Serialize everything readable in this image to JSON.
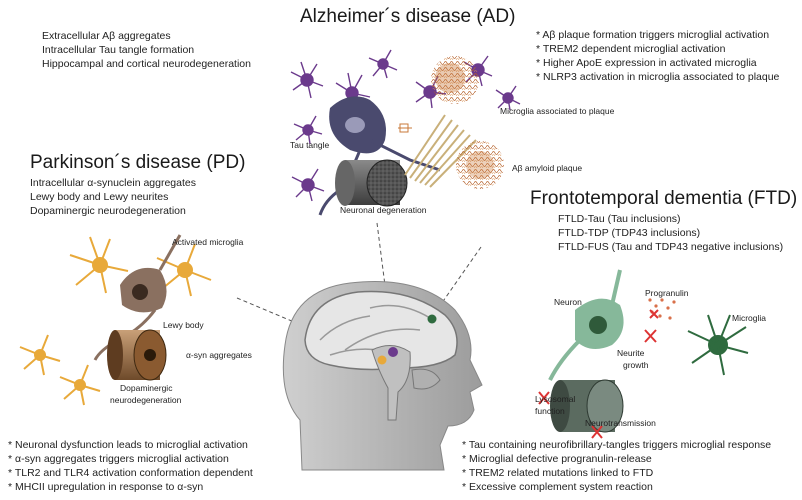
{
  "ad": {
    "title": "Alzheimer´s disease (AD)",
    "features": [
      "Extracellular Aβ aggregates",
      "Intracellular Tau tangle formation",
      "Hippocampal and cortical neurodegeneration"
    ],
    "mechanisms": [
      "* Aβ plaque formation triggers microglial activation",
      "* TREM2 dependent microglial activation",
      "* Higher ApoE expression in activated microglia",
      "* NLRP3 activation in microglia associated to plaque"
    ],
    "labels": {
      "tau_tangle": "Tau tangle",
      "microglia_plaque": "Microglia associated to plaque",
      "amyloid_plaque": "Aβ amyloid plaque",
      "neuronal_degeneration": "Neuronal  degeneration"
    }
  },
  "pd": {
    "title": "Parkinson´s disease (PD)",
    "features": [
      "Intracellular α-synuclein aggregates",
      "Lewy body and Lewy neurites",
      "Dopaminergic neurodegeneration"
    ],
    "mechanisms": [
      "* Neuronal dysfunction leads to microglial activation",
      "* α-syn aggregates triggers microglial activation",
      "* TLR2 and TLR4 activation conformation dependent",
      "* MHCII upregulation in response to α-syn"
    ],
    "labels": {
      "activated_microglia": "Activated microglia",
      "lewy_body": "Lewy body",
      "asyn_aggregates": "α-syn aggregates",
      "dopaminergic_1": "Dopaminergic",
      "dopaminergic_2": "neurodegeneration"
    }
  },
  "ftd": {
    "title": "Frontotemporal dementia (FTD)",
    "features": [
      "FTLD-Tau (Tau inclusions)",
      "FTLD-TDP (TDP43 inclusions)",
      "FTLD-FUS (Tau and TDP43 negative inclusions)"
    ],
    "mechanisms": [
      "* Tau containing neurofibrillary-tangles triggers microglial response",
      "* Microglial defective progranulin-release",
      "* TREM2 related mutations linked to FTD",
      "* Excessive complement system reaction"
    ],
    "labels": {
      "neuron": "Neuron",
      "progranulin": "Progranulin",
      "microglia": "Microglia",
      "neurite_1": "Neurite",
      "neurite_2": "growth",
      "lysosomal_1": "Lysosomal",
      "lysosomal_2": "function",
      "neurotransmission": "Neurotransmission"
    }
  },
  "colors": {
    "ad_microglia": "#6b3a8c",
    "ad_neuron": "#4a4a6e",
    "plaque": "#c8783a",
    "pd_microglia": "#e8a93a",
    "pd_neuron": "#8a7060",
    "ftd_microglia": "#2f6b3f",
    "ftd_neuron": "#86b89a",
    "cross": "#d33"
  }
}
